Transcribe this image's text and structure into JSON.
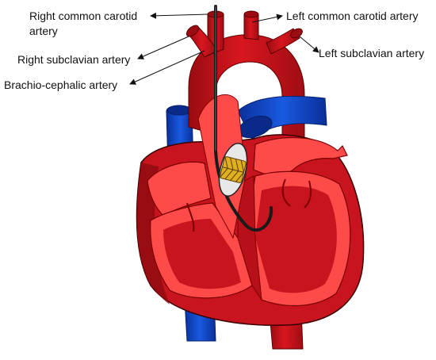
{
  "labels": {
    "right_common_carotid": "Right common carotid artery",
    "left_common_carotid": "Left common carotid artery",
    "right_subclavian": "Right subclavian artery",
    "left_subclavian": "Left subclavian artery",
    "brachiocephalic": "Brachio-cephalic artery"
  },
  "colors": {
    "artery_red": "#c8141e",
    "artery_shadow": "#8e0a10",
    "chamber_pink": "#ff4a4a",
    "vein_blue": "#1450d2",
    "vein_dark": "#0a2a8a",
    "stent_gold": "#e0b020",
    "catheter": "#1a1a1a",
    "outline": "#3a0000"
  },
  "icons": [
    "catheter",
    "balloon-stent"
  ]
}
